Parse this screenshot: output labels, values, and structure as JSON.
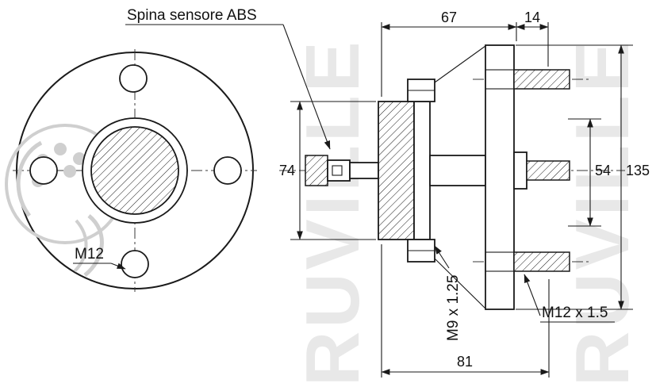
{
  "drawing": {
    "callouts": {
      "abs_sensor": "Spina sensore ABS",
      "bolt_left_view": "M12",
      "thread_inner": "M9 x 1.25",
      "thread_stud": "M12 x 1.5"
    },
    "dimensions": {
      "hub_width": "67",
      "flange_thickness": "14",
      "bearing_od": "74",
      "stud_span": "54",
      "flange_diameter": "135",
      "overall_width": "81"
    },
    "watermark": {
      "brand": "RUVILLE"
    },
    "colors": {
      "line": "#1a1a1a",
      "watermark_gray": "#d7d7d7"
    }
  }
}
